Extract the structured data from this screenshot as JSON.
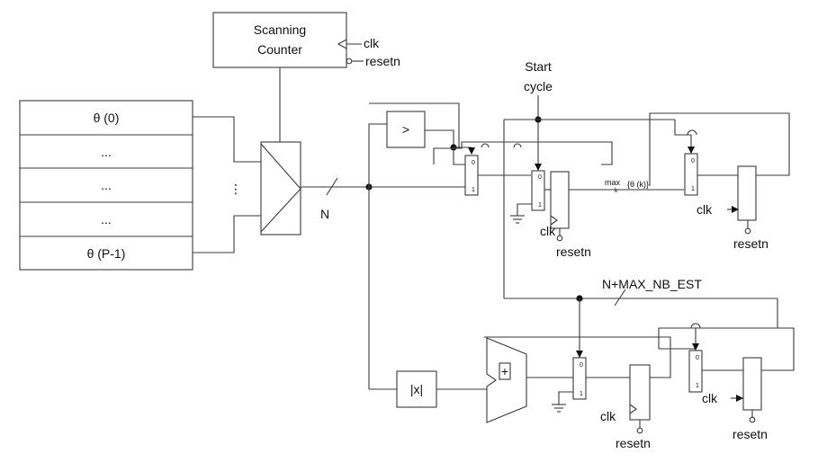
{
  "counter": {
    "line1": "Scanning",
    "line2": "Counter",
    "clk": "clk",
    "resetn": "resetn"
  },
  "memory": {
    "rows": [
      "θ (0)",
      "...",
      "...",
      "...",
      "θ (P-1)"
    ],
    "dots": "⋮"
  },
  "bus": {
    "n": "N",
    "wide": "N+MAX_NB_EST"
  },
  "start": {
    "line1": "Start",
    "line2": "cycle"
  },
  "comparator": ">",
  "abs": "|x|",
  "adder": "+",
  "mux": {
    "in0": "0",
    "in1": "1"
  },
  "max_label": {
    "op": "max",
    "sub": "k",
    "expr": "{θ (k)}"
  },
  "clk": "clk",
  "resetn": "resetn",
  "colors": {
    "stroke": "#3a3a3a",
    "fill": "#ffffff",
    "text": "#111111"
  }
}
